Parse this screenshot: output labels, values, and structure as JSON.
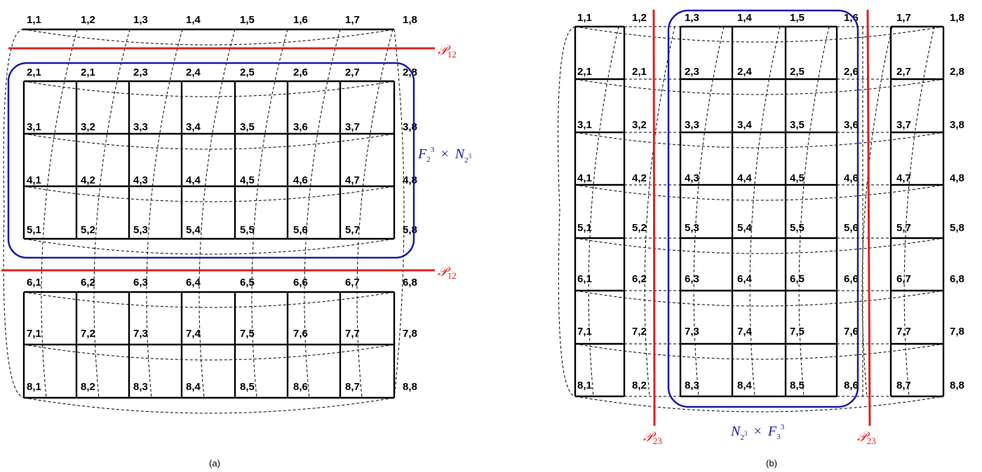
{
  "panel_a": {
    "caption": "(a)",
    "labels": [
      [
        "1,1",
        "1,2",
        "1,3",
        "1,4",
        "1,5",
        "1,6",
        "1,7",
        "1,8"
      ],
      [
        "2,1",
        "2,1",
        "2,3",
        "2,4",
        "2,5",
        "2,6",
        "2,7",
        "2,8"
      ],
      [
        "3,1",
        "3,2",
        "3,3",
        "3,4",
        "3,5",
        "3,6",
        "3,7",
        "3,8"
      ],
      [
        "4,1",
        "4,2",
        "4,3",
        "4,4",
        "4,5",
        "4,6",
        "4,7",
        "4,8"
      ],
      [
        "5,1",
        "5,2",
        "5,3",
        "5,4",
        "5,5",
        "5,6",
        "5,7",
        "5,8"
      ],
      [
        "6,1",
        "6,2",
        "6,3",
        "6,4",
        "6,5",
        "6,6",
        "6,7",
        "6,8"
      ],
      [
        "7,1",
        "7,2",
        "7,3",
        "7,4",
        "7,5",
        "7,6",
        "7,7",
        "7,8"
      ],
      [
        "8,1",
        "8,2",
        "8,3",
        "8,4",
        "8,5",
        "8,6",
        "8,7",
        "8,8"
      ]
    ],
    "partition_symbol": "𝒫",
    "partition_sub": "12",
    "product": {
      "left_base": "F",
      "left_sub": "2",
      "left_sup": "3",
      "op": "×",
      "right_base": "N",
      "right_sub": "2",
      "right_sup": "3"
    }
  },
  "panel_b": {
    "caption": "(b)",
    "labels": [
      [
        "1,1",
        "1,2",
        "1,3",
        "1,4",
        "1,5",
        "1,6",
        "1,7",
        "1,8"
      ],
      [
        "2,1",
        "2,1",
        "2,3",
        "2,4",
        "2,5",
        "2,6",
        "2,7",
        "2,8"
      ],
      [
        "3,1",
        "3,2",
        "3,3",
        "3,4",
        "3,5",
        "3,6",
        "3,7",
        "3,8"
      ],
      [
        "4,1",
        "4,2",
        "4,3",
        "4,4",
        "4,5",
        "4,6",
        "4,7",
        "4,8"
      ],
      [
        "5,1",
        "5,2",
        "5,3",
        "5,4",
        "5,5",
        "5,6",
        "5,7",
        "5,8"
      ],
      [
        "6,1",
        "6,2",
        "6,3",
        "6,4",
        "6,5",
        "6,6",
        "6,7",
        "6,8"
      ],
      [
        "7,1",
        "7,2",
        "7,3",
        "7,4",
        "7,5",
        "7,6",
        "7,7",
        "7,8"
      ],
      [
        "8,1",
        "8,2",
        "8,3",
        "8,4",
        "8,5",
        "8,6",
        "8,7",
        "8,8"
      ]
    ],
    "partition_symbol": "𝒫",
    "partition_sub": "23",
    "product": {
      "left_base": "N",
      "left_sub": "2",
      "left_sup": "3",
      "op": "×",
      "right_base": "F",
      "right_sub": "3",
      "right_sup": "3"
    }
  },
  "colors": {
    "grid": "#000000",
    "partition": "#e02020",
    "highlight": "#1a1aa8"
  }
}
